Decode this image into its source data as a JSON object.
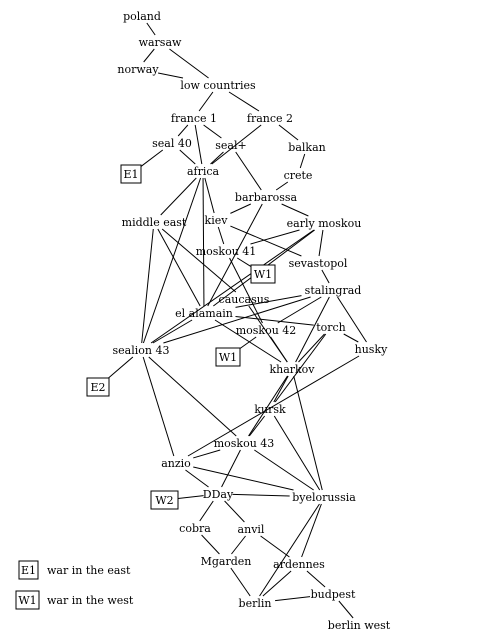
{
  "nodes": [
    {
      "id": "poland",
      "label": "poland"
    },
    {
      "id": "warsaw",
      "label": "warsaw"
    },
    {
      "id": "norway",
      "label": "norway"
    },
    {
      "id": "low_countries",
      "label": "low countries"
    },
    {
      "id": "france1",
      "label": "france 1"
    },
    {
      "id": "france2",
      "label": "france 2"
    },
    {
      "id": "seal40",
      "label": "seal 40"
    },
    {
      "id": "sealplus",
      "label": "seal+"
    },
    {
      "id": "balkan",
      "label": "balkan"
    },
    {
      "id": "africa",
      "label": "africa"
    },
    {
      "id": "crete",
      "label": "crete"
    },
    {
      "id": "barbarossa",
      "label": "barbarossa"
    },
    {
      "id": "middle_east",
      "label": "middle east"
    },
    {
      "id": "kiev",
      "label": "kiev"
    },
    {
      "id": "early_moskou",
      "label": "early moskou"
    },
    {
      "id": "moskou41",
      "label": "moskou 41"
    },
    {
      "id": "sevastopol",
      "label": "sevastopol"
    },
    {
      "id": "stalingrad",
      "label": "stalingrad"
    },
    {
      "id": "caucasus",
      "label": "caucasus"
    },
    {
      "id": "el_alamain",
      "label": "el alamain"
    },
    {
      "id": "moskou42",
      "label": "moskou 42"
    },
    {
      "id": "torch",
      "label": "torch"
    },
    {
      "id": "sealion43",
      "label": "sealion 43"
    },
    {
      "id": "husky",
      "label": "husky"
    },
    {
      "id": "kharkov",
      "label": "kharkov"
    },
    {
      "id": "kursk",
      "label": "kursk"
    },
    {
      "id": "moskou43",
      "label": "moskou 43"
    },
    {
      "id": "anzio",
      "label": "anzio"
    },
    {
      "id": "dday",
      "label": "DDay"
    },
    {
      "id": "byelorussia",
      "label": "byelorussia"
    },
    {
      "id": "cobra",
      "label": "cobra"
    },
    {
      "id": "anvil",
      "label": "anvil"
    },
    {
      "id": "mgarden",
      "label": "Mgarden"
    },
    {
      "id": "ardennes",
      "label": "ardennes"
    },
    {
      "id": "budpest",
      "label": "budpest"
    },
    {
      "id": "berlin",
      "label": "berlin"
    },
    {
      "id": "berlin_west",
      "label": "berlin west"
    }
  ],
  "edges": [
    [
      "poland",
      "warsaw"
    ],
    [
      "warsaw",
      "norway"
    ],
    [
      "warsaw",
      "low_countries"
    ],
    [
      "norway",
      "low_countries"
    ],
    [
      "low_countries",
      "france1"
    ],
    [
      "low_countries",
      "france2"
    ],
    [
      "france1",
      "seal40"
    ],
    [
      "france1",
      "sealplus"
    ],
    [
      "france1",
      "africa"
    ],
    [
      "france2",
      "balkan"
    ],
    [
      "france2",
      "africa"
    ],
    [
      "seal40",
      "africa"
    ],
    [
      "sealplus",
      "africa"
    ],
    [
      "sealplus",
      "barbarossa"
    ],
    [
      "balkan",
      "crete"
    ],
    [
      "crete",
      "barbarossa"
    ],
    [
      "africa",
      "middle_east"
    ],
    [
      "africa",
      "kiev"
    ],
    [
      "africa",
      "el_alamain"
    ],
    [
      "africa",
      "sealion43"
    ],
    [
      "barbarossa",
      "kiev"
    ],
    [
      "barbarossa",
      "early_moskou"
    ],
    [
      "barbarossa",
      "el_alamain"
    ],
    [
      "kiev",
      "moskou41"
    ],
    [
      "kiev",
      "sevastopol"
    ],
    [
      "early_moskou",
      "sevastopol"
    ],
    [
      "early_moskou",
      "el_alamain"
    ],
    [
      "early_moskou",
      "sealion43"
    ],
    [
      "early_moskou",
      "moskou41"
    ],
    [
      "middle_east",
      "el_alamain"
    ],
    [
      "middle_east",
      "caucasus"
    ],
    [
      "middle_east",
      "sealion43"
    ],
    [
      "moskou41",
      "moskou42"
    ],
    [
      "sevastopol",
      "stalingrad"
    ],
    [
      "stalingrad",
      "el_alamain"
    ],
    [
      "stalingrad",
      "kharkov"
    ],
    [
      "stalingrad",
      "sealion43"
    ],
    [
      "stalingrad",
      "husky"
    ],
    [
      "stalingrad",
      "moskou42"
    ],
    [
      "caucasus",
      "kharkov"
    ],
    [
      "el_alamain",
      "torch"
    ],
    [
      "el_alamain",
      "kharkov"
    ],
    [
      "el_alamain",
      "sealion43"
    ],
    [
      "moskou42",
      "kharkov"
    ],
    [
      "torch",
      "husky"
    ],
    [
      "torch",
      "kharkov"
    ],
    [
      "torch",
      "kursk"
    ],
    [
      "sealion43",
      "moskou43"
    ],
    [
      "sealion43",
      "anzio"
    ],
    [
      "kharkov",
      "kursk"
    ],
    [
      "kharkov",
      "byelorussia"
    ],
    [
      "kharkov",
      "moskou43"
    ],
    [
      "husky",
      "anzio"
    ],
    [
      "kursk",
      "moskou43"
    ],
    [
      "kursk",
      "byelorussia"
    ],
    [
      "moskou43",
      "dday"
    ],
    [
      "moskou43",
      "byelorussia"
    ],
    [
      "moskou43",
      "anzio"
    ],
    [
      "anzio",
      "dday"
    ],
    [
      "anzio",
      "byelorussia"
    ],
    [
      "dday",
      "byelorussia"
    ],
    [
      "dday",
      "cobra"
    ],
    [
      "dday",
      "anvil"
    ],
    [
      "cobra",
      "mgarden"
    ],
    [
      "anvil",
      "mgarden"
    ],
    [
      "anvil",
      "ardennes"
    ],
    [
      "byelorussia",
      "ardennes"
    ],
    [
      "byelorussia",
      "berlin"
    ],
    [
      "mgarden",
      "berlin"
    ],
    [
      "ardennes",
      "berlin"
    ],
    [
      "ardennes",
      "budpest"
    ],
    [
      "budpest",
      "berlin"
    ],
    [
      "budpest",
      "berlin_west"
    ]
  ],
  "boxes": [
    {
      "id": "e1_box",
      "label": "E1",
      "link": "seal40"
    },
    {
      "id": "w1_box_a",
      "label": "W1",
      "link": "moskou41"
    },
    {
      "id": "w1_box_b",
      "label": "W1",
      "link": "moskou42"
    },
    {
      "id": "e2_box",
      "label": "E2",
      "link": "sealion43"
    },
    {
      "id": "w2_box",
      "label": "W2",
      "link": "dday"
    }
  ],
  "legend": [
    {
      "code": "E1",
      "text": "war in the east"
    },
    {
      "code": "W1",
      "text": "war in the west"
    }
  ]
}
